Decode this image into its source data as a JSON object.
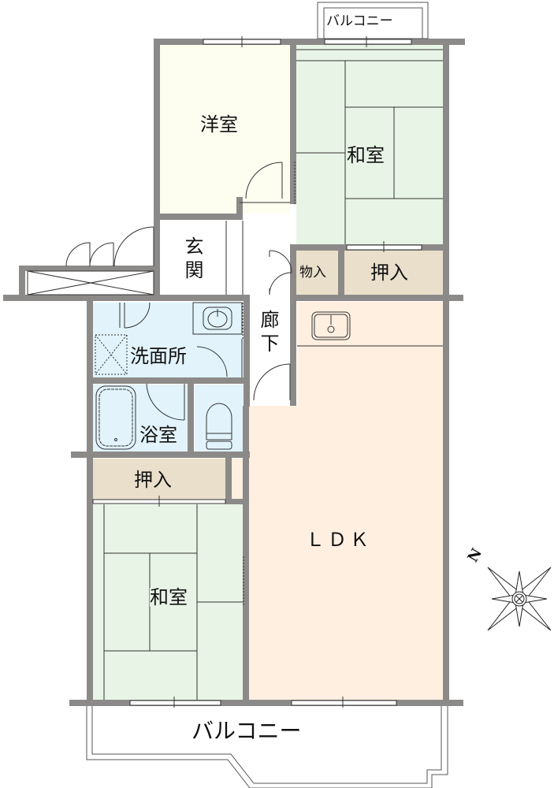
{
  "floor_plan": {
    "rooms": {
      "western_room": {
        "label": "洋室",
        "color": "#fdfdf0"
      },
      "japanese_room_north": {
        "label": "和室",
        "color": "#e8f5e6"
      },
      "japanese_room_south": {
        "label": "和室",
        "color": "#e8f5e6"
      },
      "entrance": {
        "label": "玄関"
      },
      "hallway": {
        "label": "廊下"
      },
      "storage_small": {
        "label": "物入",
        "color": "#e9dfcb"
      },
      "closet_north": {
        "label": "押入",
        "color": "#e9dfcb"
      },
      "closet_south": {
        "label": "押入",
        "color": "#e9dfcb"
      },
      "washroom": {
        "label": "洗面所",
        "color": "#e2f3fb"
      },
      "bathroom": {
        "label": "浴室",
        "color": "#e2f3fb"
      },
      "toilet": {
        "color": "#e2f3fb"
      },
      "ldk": {
        "label": "ＬＤＫ",
        "color": "#feefe0"
      },
      "balcony_north": {
        "label": "バルコニー"
      },
      "balcony_south": {
        "label": "バルコニー"
      }
    },
    "compass": {
      "north_label": "N"
    },
    "colors": {
      "wall": "#8c8a88",
      "line": "#333333"
    }
  }
}
